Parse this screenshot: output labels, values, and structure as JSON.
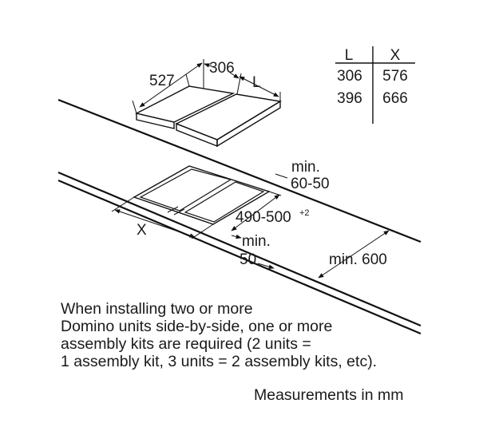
{
  "dimension_table": {
    "headers": [
      "L",
      "X"
    ],
    "rows": [
      [
        "306",
        "576"
      ],
      [
        "396",
        "666"
      ]
    ]
  },
  "hob_dimensions": {
    "depth": "527",
    "width": "306",
    "length_var": "L"
  },
  "cutout_dimensions": {
    "width_var": "X",
    "depth_main": "490-500",
    "depth_tolerance": "+2",
    "front_clearance_min": "min.",
    "front_clearance_val": "50",
    "rear_clearance_min": "min.",
    "rear_clearance_val": "60-50",
    "worktop_depth": "min. 600"
  },
  "installation_note": {
    "lines": [
      "When installing two or more",
      "Domino units side-by-side, one or more",
      "assembly kits are required (2 units =",
      "1 assembly kit, 3 units = 2 assembly kits, etc)."
    ]
  },
  "units_note": "Measurements in mm"
}
